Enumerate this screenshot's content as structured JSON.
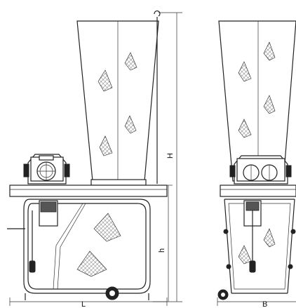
{
  "dimensions": {
    "height_total": "H",
    "height_base": "h",
    "length": "L",
    "width": "B"
  }
}
